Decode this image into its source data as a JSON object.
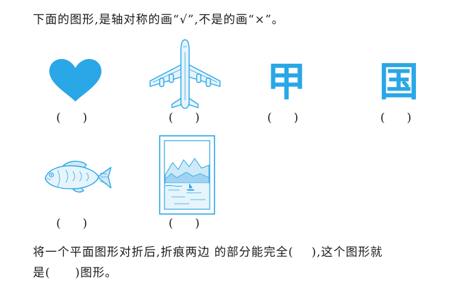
{
  "question": {
    "line1": "下面的图形,是轴对称的画“√”,不是的画“×”。"
  },
  "figures": [
    {
      "icon": "heart-icon",
      "paren_left": "(",
      "paren_right": ")"
    },
    {
      "icon": "airplane-icon",
      "paren_left": "(",
      "paren_right": ")"
    },
    {
      "icon": "character-jia",
      "char": "甲",
      "paren_left": "(",
      "paren_right": ")"
    },
    {
      "icon": "character-guo",
      "char": "国",
      "paren_left": "(",
      "paren_right": ")"
    },
    {
      "icon": "fish-icon",
      "paren_left": "(",
      "paren_right": ")"
    },
    {
      "icon": "landscape-painting-icon",
      "paren_left": "(",
      "paren_right": ")"
    }
  ],
  "fill_blank": {
    "part1": "将一个平面图形对折后,折痕两边 的部分能完全(",
    "part2": "),这个图形就",
    "part3": "是(",
    "part4": ")图形。"
  },
  "colors": {
    "accent": "#29a7e6",
    "light_fill": "#cfe9f8",
    "text": "#1a1a1a"
  }
}
